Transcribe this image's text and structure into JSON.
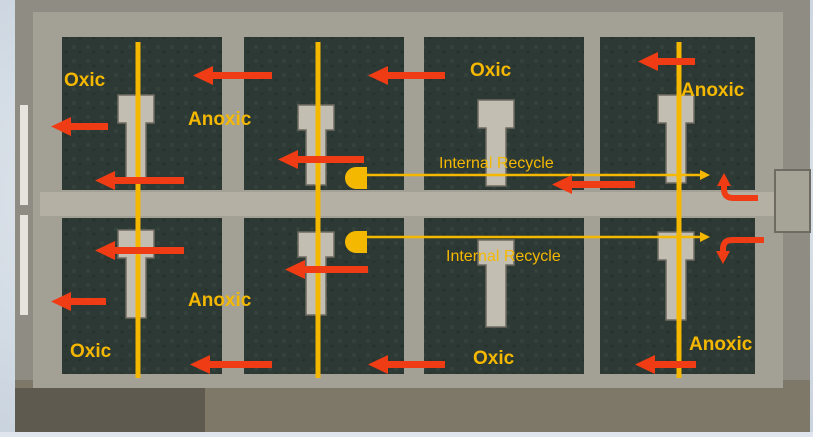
{
  "labels": {
    "oxic_top_left": "Oxic",
    "anoxic_top_left": "Anoxic",
    "oxic_top_right": "Oxic",
    "anoxic_top_right": "Anoxic",
    "anoxic_bottom_left": "Anoxic",
    "oxic_bottom_left": "Oxic",
    "oxic_bottom_right": "Oxic",
    "anoxic_bottom_right": "Anoxic",
    "recycle_top": "Internal Recycle",
    "recycle_bottom": "Internal Recycle"
  },
  "colors": {
    "zone_label": "#f5b800",
    "boundary_line": "#f5b800",
    "recycle_line": "#f5b800",
    "recycle_text": "#f5b800",
    "flow_arrow": "#f03c14",
    "basin_water": "#2f3b36",
    "concrete": "#9c9a8f",
    "background": "#dfe6ee"
  },
  "icons": [
    "flow-arrow-left-icon",
    "return-arrow-icon",
    "recycle-pump-icon"
  ]
}
